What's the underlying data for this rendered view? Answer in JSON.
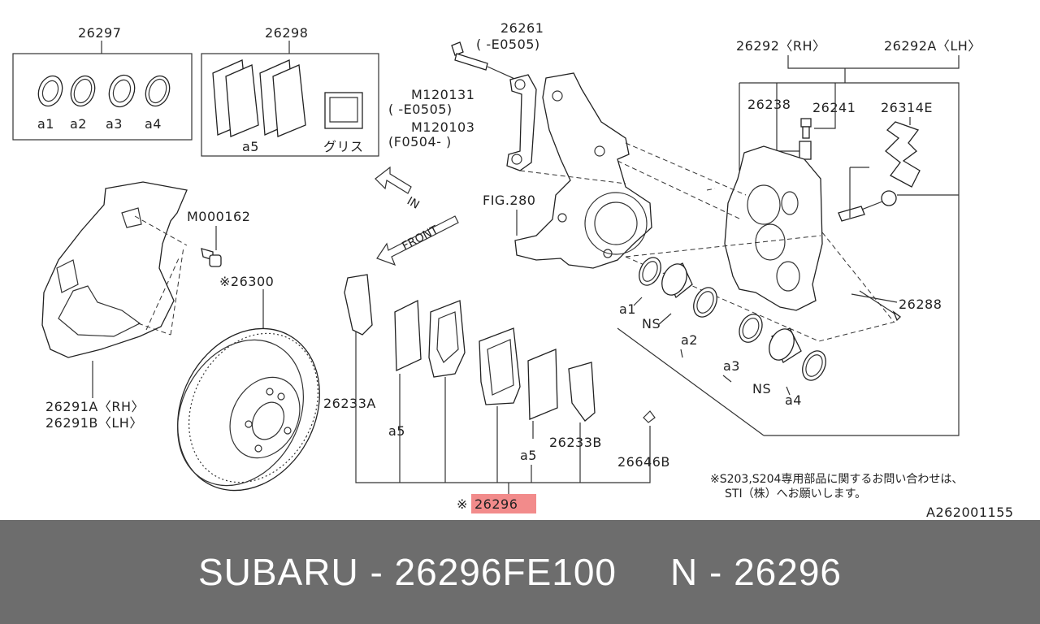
{
  "diagram": {
    "labels": {
      "p26297": "26297",
      "p26298": "26298",
      "p26261": "26261",
      "p26261_sub": "(    -E0505)",
      "m120131": "M120131",
      "m120131_sub": "(    -E0505)",
      "m120103": "M120103",
      "m120103_sub": "(F0504-    )",
      "p26292": "26292〈RH〉",
      "p26292a": "26292A〈LH〉",
      "p26238": "26238",
      "p26241": "26241",
      "p26314e": "26314E",
      "fig280": "FIG.280",
      "m000162": "M000162",
      "p26300": "※26300",
      "p26291a": "26291A〈RH〉",
      "p26291b": "26291B〈LH〉",
      "p26233a": "26233A",
      "p26233b": "26233B",
      "p26646b": "26646B",
      "p26288": "26288",
      "p26296_mark": "※",
      "p26296": "26296",
      "a1": "a1",
      "a2": "a2",
      "a3": "a3",
      "a4": "a4",
      "a5": "a5",
      "a1b": "a1",
      "a2b": "a2",
      "a3b": "a3",
      "a4b": "a4",
      "a5b": "a5",
      "a5c": "a5",
      "ns1": "NS",
      "ns2": "NS",
      "grease": "グリス",
      "in_arrow": "IN",
      "front_arrow": "FRONT",
      "note_line1": "※S203,S204専用部品に関するお問い合わせは、",
      "note_line2": "STI（株）へお願いします。",
      "ref_code": "A262001155"
    },
    "highlight_color": "#f28b8b"
  },
  "footer": {
    "left": "SUBARU - 26296FE100",
    "right": "N - 26296",
    "background": "#6d6d6d"
  }
}
